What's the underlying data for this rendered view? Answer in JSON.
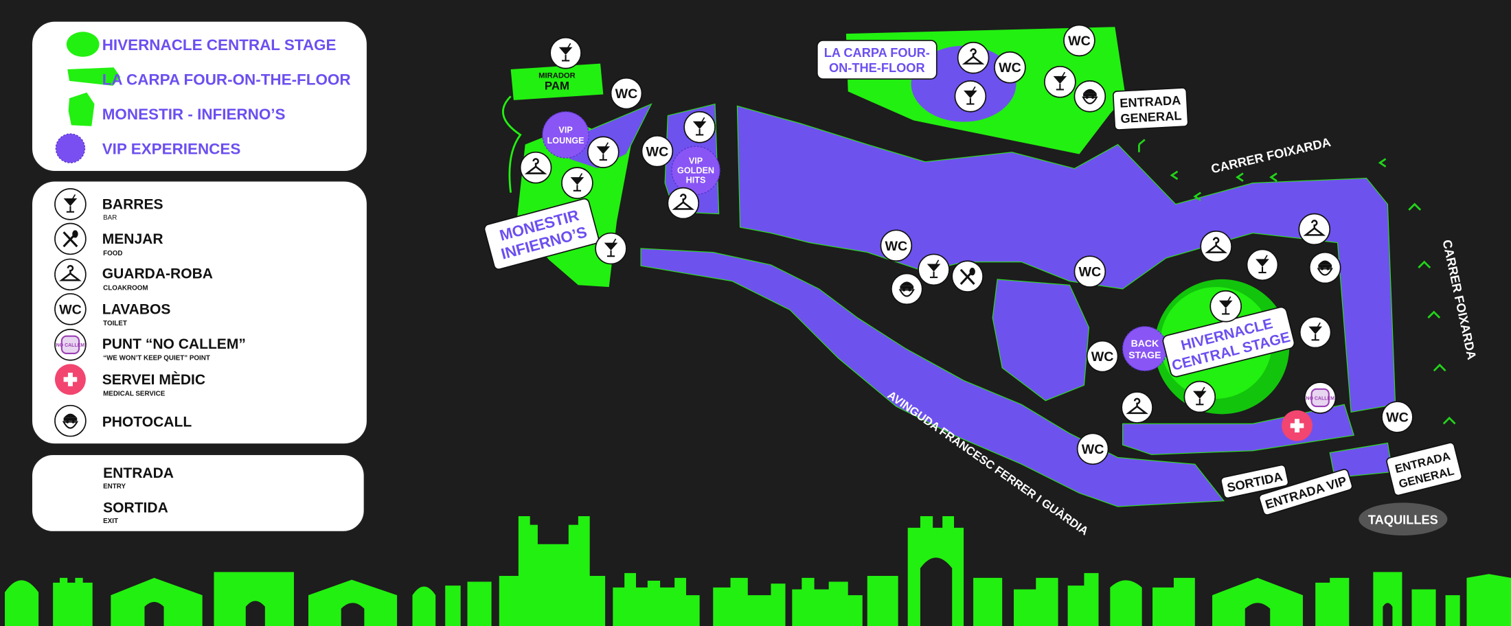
{
  "colors": {
    "background": "#1d1d1d",
    "venue_green": "#22f010",
    "area_purple": "#6e52ee",
    "legend_text": "#6c4ff0",
    "medical": "#f2456f",
    "taquilles": "#555555"
  },
  "legend_areas": [
    {
      "label": "HIVERNACLE CENTRAL STAGE",
      "icon": "green-circle"
    },
    {
      "label": "LA CARPA FOUR-ON-THE-FLOOR",
      "icon": "green-shape"
    },
    {
      "label": "MONESTIR - INFIERNO’S",
      "icon": "green-shape"
    },
    {
      "label": "VIP EXPERIENCES",
      "icon": "purple-star"
    }
  ],
  "legend_services": [
    {
      "label": "BARRES",
      "sub": "BAR",
      "icon": "cocktail-icon"
    },
    {
      "label": "MENJAR",
      "sub": "FOOD",
      "icon": "fork-spoon-icon"
    },
    {
      "label": "GUARDA-ROBA",
      "sub": "CLOAKROOM",
      "icon": "hanger-icon"
    },
    {
      "label": "LAVABOS",
      "sub": "TOILET",
      "icon": "wc-icon"
    },
    {
      "label": "PUNT “NO CALLEM”",
      "sub": "“WE WON’T KEEP QUIET” POINT",
      "icon": "no-callem-icon"
    },
    {
      "label": "SERVEI MÈDIC",
      "sub": "MEDICAL SERVICE",
      "icon": "medical-cross-icon"
    },
    {
      "label": "PHOTOCALL",
      "sub": "",
      "icon": "santa-photocall-icon"
    }
  ],
  "legend_access": [
    {
      "label": "ENTRADA",
      "sub": "ENTRY"
    },
    {
      "label": "SORTIDA",
      "sub": "EXIT"
    }
  ],
  "map": {
    "wc": "WC",
    "no_callem": "NO CALLEM",
    "mirador": {
      "line1": "MIRADOR",
      "line2": "PAM"
    },
    "monestir": {
      "line1": "MONESTIR",
      "line2": "INFIERNO’S"
    },
    "carpa": {
      "line1": "LA CARPA FOUR-",
      "line2": "ON-THE-FLOOR"
    },
    "hivernacle": {
      "line1": "HIVERNACLE",
      "line2": "CENTRAL STAGE"
    },
    "vip_lounge": {
      "line1": "VIP",
      "line2": "LOUNGE"
    },
    "vip_golden": {
      "line1": "VIP",
      "line2": "GOLDEN",
      "line3": "HITS"
    },
    "backstage": {
      "line1": "BACK",
      "line2": "STAGE"
    },
    "entrada_general_top": {
      "line1": "ENTRADA",
      "line2": "GENERAL"
    },
    "entrada_general_bottom": {
      "line1": "ENTRADA",
      "line2": "GENERAL"
    },
    "sortida": "SORTIDA",
    "entrada_vip": "ENTRADA VIP",
    "taquilles": "TAQUILLES",
    "street_foixarda_top": "CARRER FOIXARDA",
    "street_foixarda_right": "CARRER FOIXARDA",
    "street_avinguda": "AVINGUDA FRANCESC FERRER I GUÀRDIA"
  }
}
